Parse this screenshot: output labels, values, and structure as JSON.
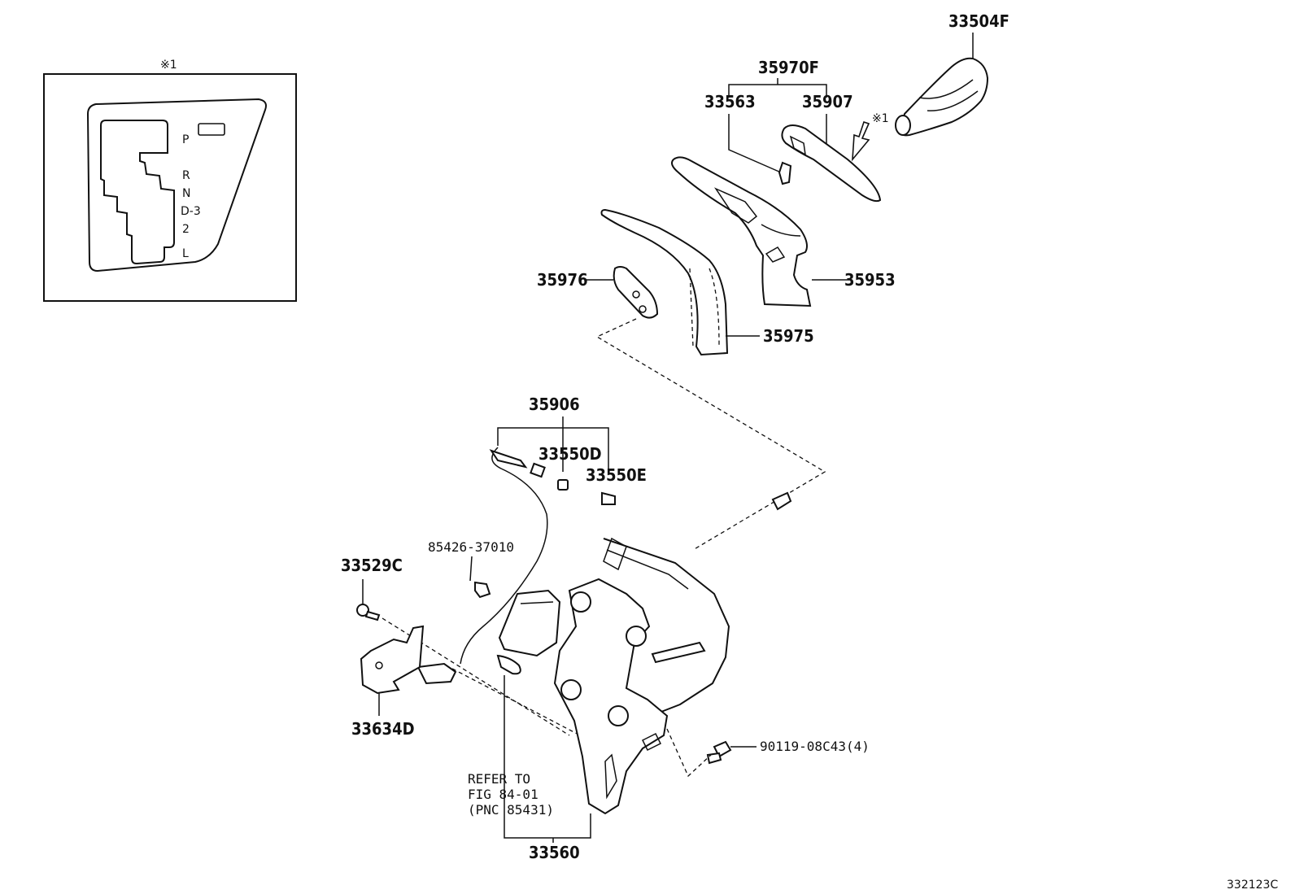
{
  "diagram": {
    "ref_mark": "※1",
    "inset_ref_mark": "※1",
    "gate_positions": [
      "P",
      "R",
      "N",
      "D-3",
      "2",
      "L"
    ],
    "parts": {
      "knob": "33504F",
      "housing_assy": "35970F",
      "indicator_sub": "33563",
      "indicator_plate": "35907",
      "cover": "35953",
      "slide_plate": "35976",
      "dust_cover": "35975",
      "bulb_assy": "35906",
      "socket_d": "33550D",
      "bulb_e": "33550E",
      "bulb_small": "85426-37010",
      "screw": "33529C",
      "bracket": "33634D",
      "bolt": "90119-08C43(4)",
      "shift_lever_assy": "33560"
    },
    "refer_note": [
      "REFER TO",
      "FIG 84-01",
      "(PNC 85431)"
    ],
    "figure_code": "332123C"
  }
}
